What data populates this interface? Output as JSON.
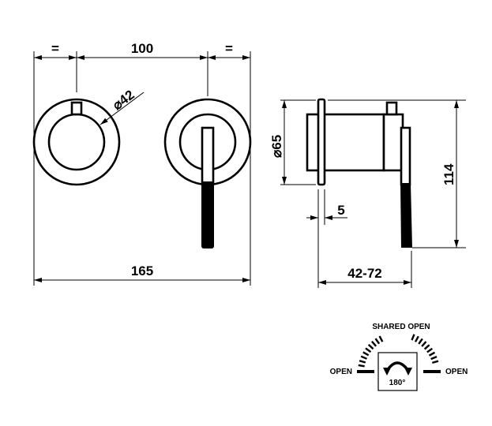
{
  "front_view": {
    "dim_equal_left": "=",
    "dim_center_distance": "100",
    "dim_equal_right": "=",
    "dim_diameter": "⌀42",
    "dim_total_width": "165"
  },
  "side_view": {
    "dim_diameter": "⌀65",
    "dim_height": "114",
    "dim_flange": "5",
    "dim_depth": "42-72"
  },
  "rotation_legend": {
    "label_top": "SHARED OPEN",
    "label_left": "OPEN",
    "label_right": "OPEN",
    "rotation": "180°"
  }
}
